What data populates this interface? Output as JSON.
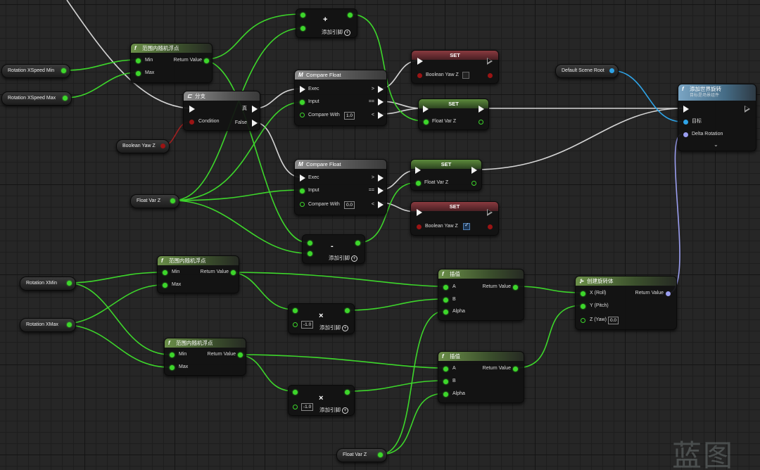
{
  "nodes": {
    "rand1": {
      "title": "范围内随机浮点",
      "pin_min": "Min",
      "pin_max": "Max",
      "pin_return": "Return Value"
    },
    "rand2": {
      "title": "范围内随机浮点",
      "pin_min": "Min",
      "pin_max": "Max",
      "pin_return": "Return Value"
    },
    "rand3": {
      "title": "范围内随机浮点",
      "pin_min": "Min",
      "pin_max": "Max",
      "pin_return": "Return Value"
    },
    "branch": {
      "title": "分支",
      "pin_condition": "Condition",
      "pin_true": "真",
      "pin_false": "False"
    },
    "compare1": {
      "title": "Compare Float",
      "pin_exec": "Exec",
      "pin_input": "Input",
      "pin_compare": "Compare With",
      "compare_value": "1.0",
      "out_gt": ">",
      "out_eq": "==",
      "out_lt": "<"
    },
    "compare2": {
      "title": "Compare Float",
      "pin_exec": "Exec",
      "pin_input": "Input",
      "pin_compare": "Compare With",
      "compare_value": "0.0",
      "out_gt": ">",
      "out_eq": "==",
      "out_lt": "<"
    },
    "add_top": {
      "op": "+",
      "add_pin": "添加引脚"
    },
    "sub_mid": {
      "op": "-",
      "add_pin": "添加引脚"
    },
    "mul1": {
      "op": "×",
      "value": "-1.0",
      "add_pin": "添加引脚"
    },
    "mul2": {
      "op": "×",
      "value": "-1.0",
      "add_pin": "添加引脚"
    },
    "set_bool_false": {
      "title": "SET",
      "var": "Boolean Yaw Z",
      "checked": false
    },
    "set_float_top": {
      "title": "SET",
      "var": "Float Var Z"
    },
    "set_float_bottom": {
      "title": "SET",
      "var": "Float Var Z"
    },
    "set_bool_true": {
      "title": "SET",
      "var": "Boolean Yaw Z",
      "checked": true
    },
    "lerp1": {
      "title": "插值",
      "pin_a": "A",
      "pin_b": "B",
      "pin_alpha": "Alpha",
      "pin_return": "Return Value"
    },
    "lerp2": {
      "title": "插值",
      "pin_a": "A",
      "pin_b": "B",
      "pin_alpha": "Alpha",
      "pin_return": "Return Value"
    },
    "make_rot": {
      "title": "创建旋转体",
      "pin_x": "X (Roll)",
      "pin_y": "Y (Pitch)",
      "pin_z": "Z (Yaw)",
      "z_value": "0.0",
      "pin_return": "Return Value"
    },
    "add_world_rot": {
      "title": "添加世界旋转",
      "subtitle": "目标是场景组件",
      "pin_target": "目标",
      "pin_delta": "Delta Rotation"
    }
  },
  "variables": {
    "rot_xspeed_min": "Rotation XSpeed Min",
    "rot_xspeed_max": "Rotation XSpeed Max",
    "bool_yaw_z": "Boolean Yaw Z",
    "float_var_z_1": "Float Var Z",
    "float_var_z_2": "Float Var Z",
    "rot_xmin": "Rotation XMin",
    "rot_xmax": "Rotation XMax",
    "default_scene_root": "Default Scene Root"
  },
  "watermark": "蓝图",
  "colors": {
    "float_pin": "#3dd62b",
    "bool_pin": "#9a1414",
    "object_pin": "#2fa4e7",
    "struct_pin": "#9a9ef0",
    "exec_pin": "#ffffff"
  }
}
